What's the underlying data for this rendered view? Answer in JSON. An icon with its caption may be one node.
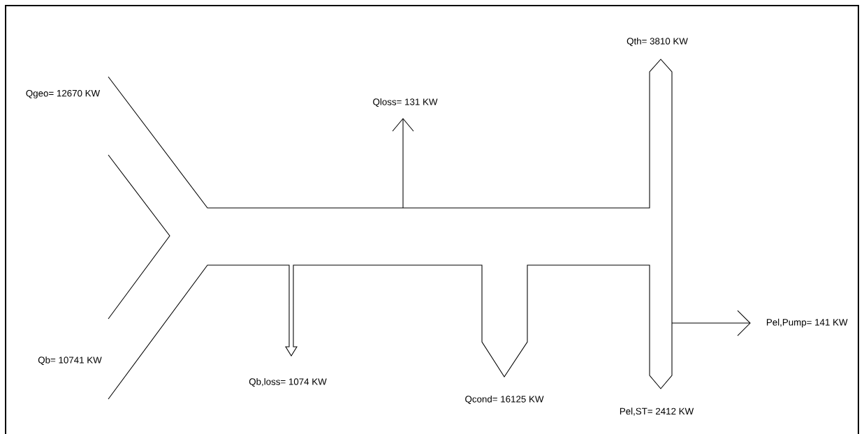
{
  "diagram": {
    "labels": [
      "Qth= 3810 KW",
      "Qgeo= 12670 KW",
      "Qloss= 131 KW",
      "Pel,Pump= 141 KW",
      "Qb= 10741 KW",
      "Qb,loss= 1074 KW",
      "Qcond= 16125 KW",
      "Pel,ST= 2412 KW"
    ]
  }
}
